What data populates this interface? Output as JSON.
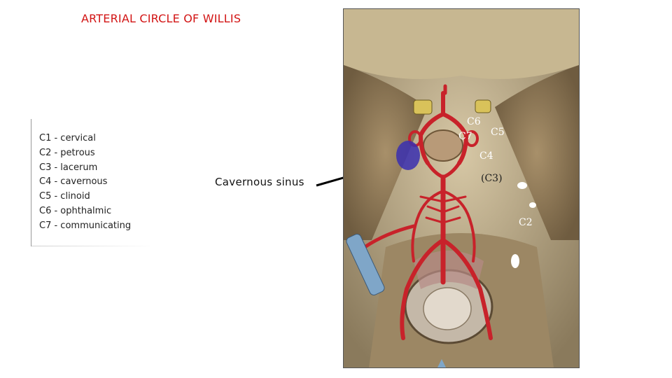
{
  "title": "ARTERIAL CIRCLE OF WILLIS",
  "legend": [
    {
      "code": "C1",
      "name": "cervical"
    },
    {
      "code": "C2",
      "name": "petrous"
    },
    {
      "code": "C3",
      "name": "lacerum"
    },
    {
      "code": "C4",
      "name": "cavernous"
    },
    {
      "code": "C5",
      "name": "clinoid"
    },
    {
      "code": "C6",
      "name": "ophthalmic"
    },
    {
      "code": "C7",
      "name": "communicating"
    }
  ],
  "legend_text": [
    "C1 - cervical",
    "C2 - petrous",
    "C3 - lacerum",
    "C4 - cavernous",
    "C5 - clinoid",
    "C6 - ophthalmic",
    "C7 - communicating"
  ],
  "annotation": "Cavernous sinus",
  "segment_labels": {
    "c6": "C6",
    "c7": "C7",
    "c5": "C5",
    "c4": "C4",
    "c3": "(C3)",
    "c2": "C2"
  },
  "colors": {
    "title": "#d21414",
    "artery": "#c8222a",
    "sinus_marker": "#3a2fb0",
    "bone": "#c9b894"
  }
}
